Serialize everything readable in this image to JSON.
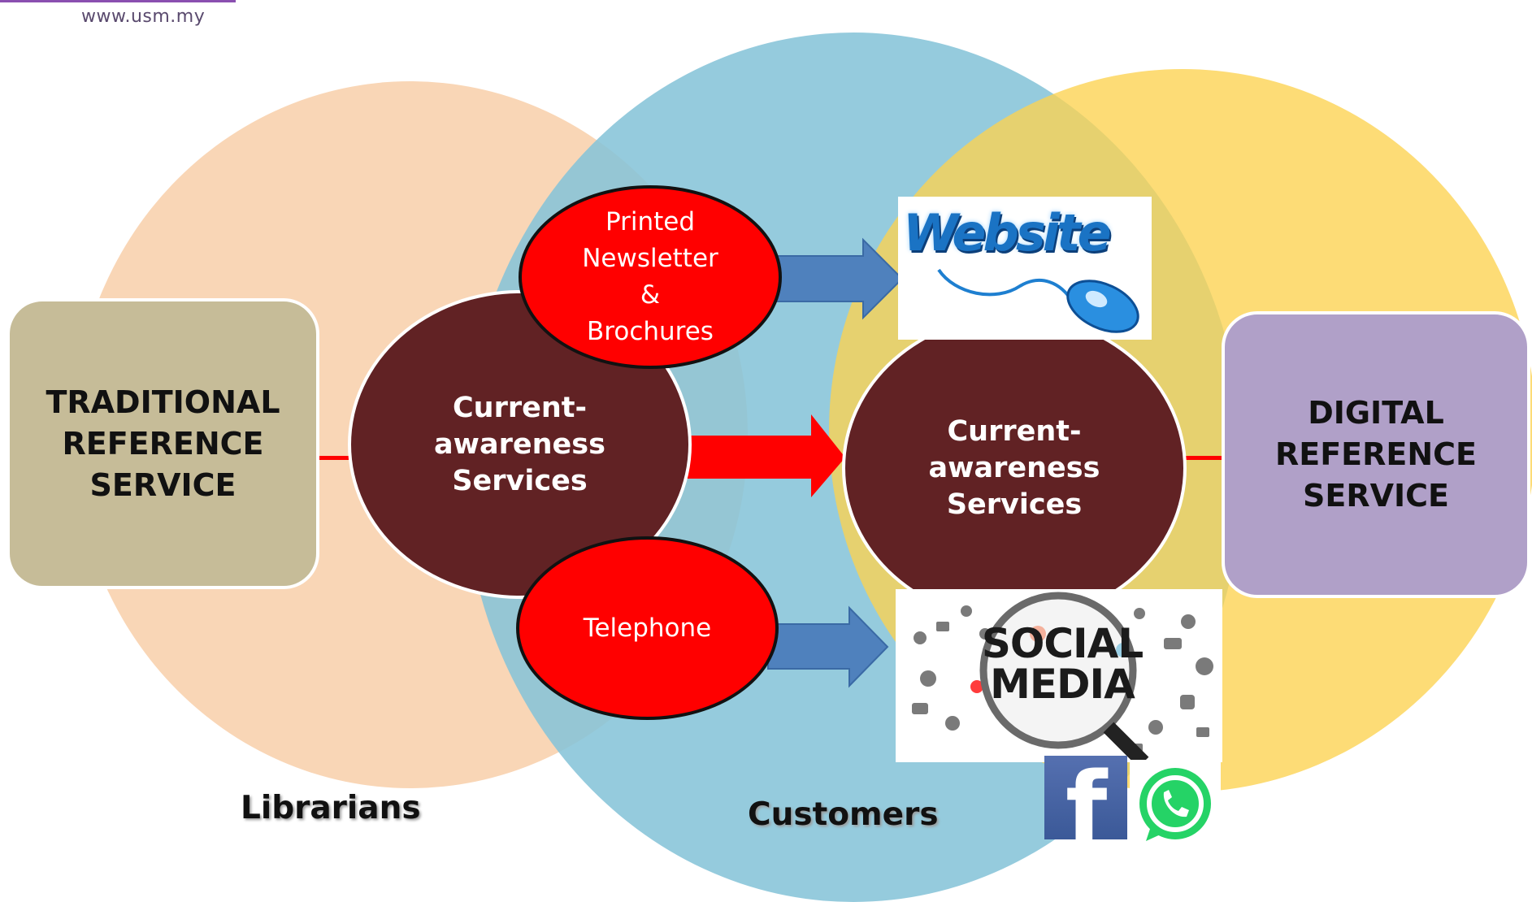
{
  "header": {
    "url": "www.usm.my"
  },
  "venn": {
    "left_label": "Librarians",
    "center_label": "Customers"
  },
  "traditional": {
    "lines": [
      "TRADITIONAL",
      "REFERENCE",
      "SERVICE"
    ]
  },
  "digital": {
    "lines": [
      "DIGITAL",
      "REFERENCE",
      "SERVICE"
    ]
  },
  "cas_left": {
    "lines": [
      "Current-",
      "awareness",
      "Services"
    ]
  },
  "cas_right": {
    "lines": [
      "Current-",
      "awareness",
      "Services"
    ]
  },
  "printed": {
    "lines": [
      "Printed",
      "Newsletter",
      "&",
      "Brochures"
    ]
  },
  "telephone": {
    "label": "Telephone"
  },
  "website": {
    "label": "Website"
  },
  "social": {
    "line1": "SOCIAL",
    "line2": "MEDIA"
  },
  "logos": {
    "facebook": "f"
  },
  "colors": {
    "left_circle": "#f9d6b6",
    "center_circle": "#97ccdd",
    "right_circle": "#fdd45c",
    "traditional_box": "#c6bc98",
    "digital_box": "#b0a0c8",
    "cas_fill": "#612224",
    "red_oval": "#ff0000",
    "blue_arrow": "#4f81bd",
    "red_arrow": "#ff0000"
  }
}
